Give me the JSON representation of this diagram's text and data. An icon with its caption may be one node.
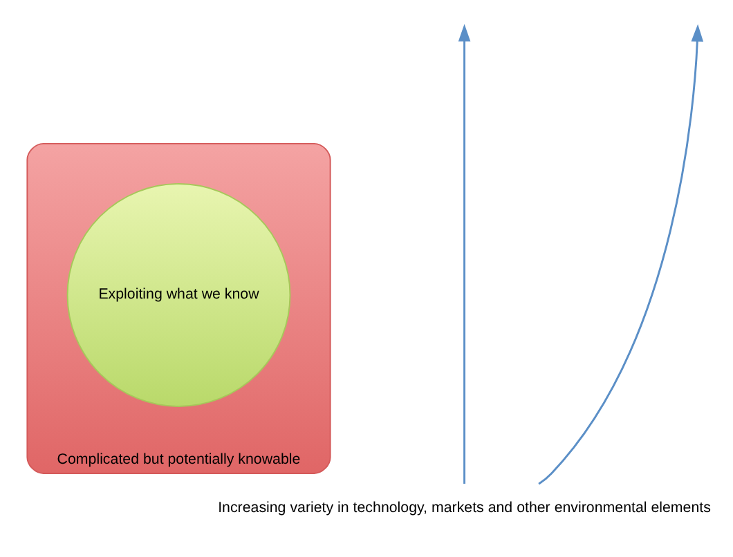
{
  "diagram": {
    "nodes": [
      {
        "text": [
          "Complicated but potentially knowable"
        ]
      },
      {
        "text": [
          "Exploiting what we know"
        ],
        "in": 0
      },
      {
        "text": [
          "Increasing variety in technology, markets and other environmental elements"
        ]
      }
    ],
    "edges": [
      {
        "from": 2,
        "to": null,
        "arrow": "to"
      },
      {
        "from": 2,
        "to": null,
        "arrow": "to"
      }
    ]
  }
}
